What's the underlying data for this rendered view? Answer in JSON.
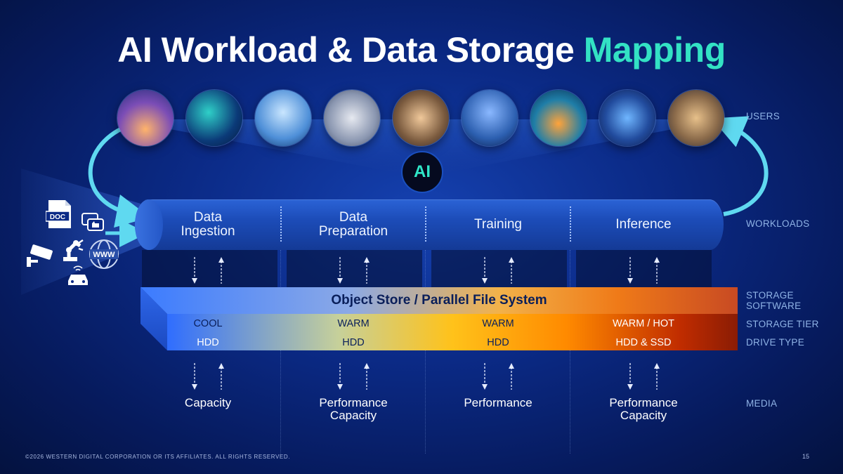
{
  "title": {
    "main": "AI Workload & Data Storage",
    "accent": "Mapping"
  },
  "row_labels": {
    "users": "USERS",
    "workloads": "WORKLOADS",
    "storage_software": "STORAGE\nSOFTWARE",
    "storage_tier": "STORAGE TIER",
    "drive_type": "DRIVE TYPE",
    "media": "MEDIA"
  },
  "ai_badge": "AI",
  "sources": {
    "doc_label": "DOC",
    "www_label": "WWW"
  },
  "workloads": [
    {
      "label": "Data\nIngestion"
    },
    {
      "label": "Data\nPreparation"
    },
    {
      "label": "Training"
    },
    {
      "label": "Inference"
    }
  ],
  "storage_software": "Object Store / Parallel File System",
  "storage_tiers": [
    "COOL",
    "WARM",
    "WARM",
    "WARM / HOT"
  ],
  "drive_types": [
    "HDD",
    "HDD",
    "HDD",
    "HDD & SSD"
  ],
  "media": [
    "Capacity",
    "Performance\nCapacity",
    "Performance",
    "Performance\nCapacity"
  ],
  "users": [
    {
      "icon": "vr-headset-user-photo"
    },
    {
      "icon": "financial-chart-photo"
    },
    {
      "icon": "scientist-photo"
    },
    {
      "icon": "robotics-factory-photo"
    },
    {
      "icon": "woman-working-photo"
    },
    {
      "icon": "developer-at-computer-photo"
    },
    {
      "icon": "autonomous-car-photo"
    },
    {
      "icon": "news-screens-photo"
    },
    {
      "icon": "warehouse-logistics-photo"
    }
  ],
  "footer": "©2026 WESTERN DIGITAL CORPORATION OR ITS AFFILIATES. ALL RIGHTS RESERVED.",
  "page_number": "15",
  "colors": {
    "accent": "#33e2c4",
    "background": "#0b2a86",
    "pipe": "#1c4cb8"
  }
}
